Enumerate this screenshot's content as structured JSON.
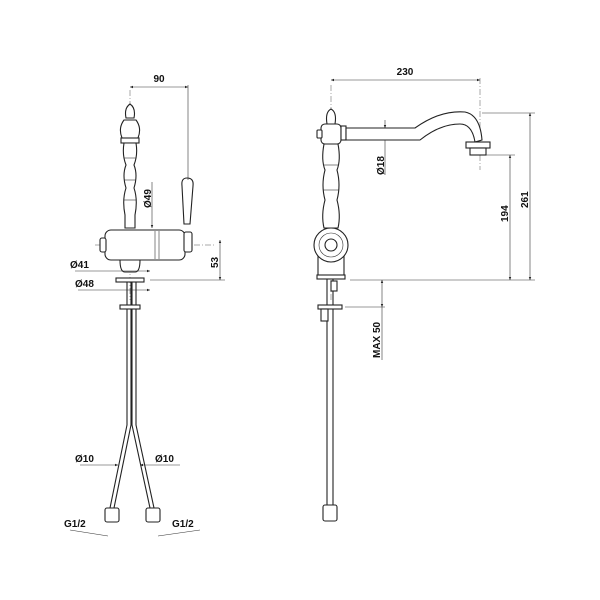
{
  "front_view": {
    "dim_width": "90",
    "dim_body_diameter": "Ø49",
    "dim_base_diameter_inner": "Ø41",
    "dim_base_diameter_outer": "Ø48",
    "dim_height": "53",
    "dim_hose_left": "Ø10",
    "dim_hose_right": "Ø10",
    "thread_left": "G1/2",
    "thread_right": "G1/2"
  },
  "side_view": {
    "dim_reach": "230",
    "dim_spout_diameter": "Ø18",
    "dim_spout_height": "194",
    "dim_total_height": "261",
    "dim_max_deck": "MAX 50"
  }
}
